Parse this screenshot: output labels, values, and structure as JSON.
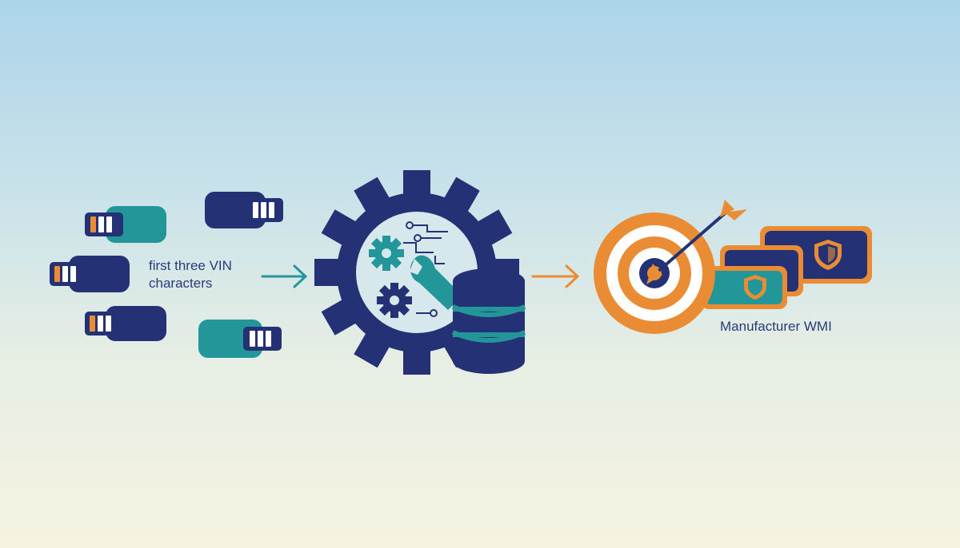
{
  "input_label": {
    "line1": "first three VIN",
    "line2": "characters"
  },
  "output_label": "Manufacturer WMI",
  "colors": {
    "navy": "#243275",
    "teal": "#23969a",
    "orange": "#e98c33",
    "white": "#ffffff"
  },
  "icons": {
    "input": "vin-chip-icon",
    "process": "gear-wrench-database-icon",
    "output": "target-arrow-icon",
    "result": "shield-badge-icon"
  }
}
